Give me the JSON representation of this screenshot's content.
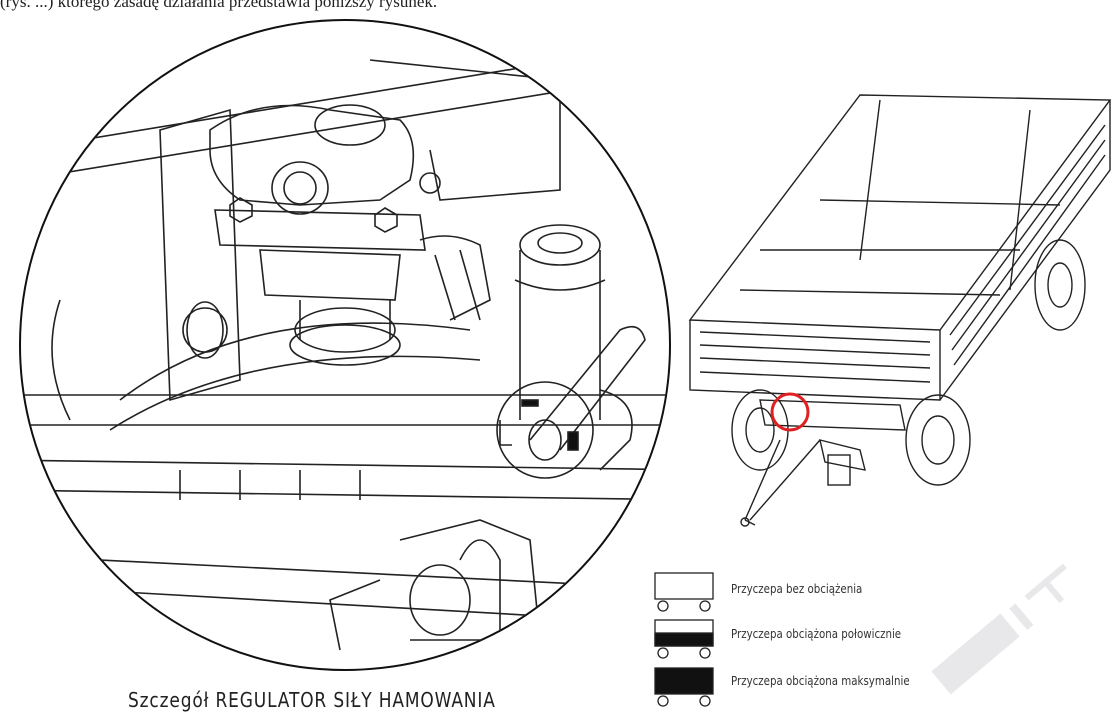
{
  "top_caption": "(rys. ...) którego zasadę działania przedstawia poniższy rysunek.",
  "bottom_caption": "Szczegół REGULATOR SIŁY HAMOWANIA",
  "legend": [
    {
      "label": "Przyczepa bez obciążenia",
      "fill_fraction": 0
    },
    {
      "label": "Przyczepa obciążona połowicznie",
      "fill_fraction": 0.5
    },
    {
      "label": "Przyczepa obciążona maksymalnie",
      "fill_fraction": 1
    }
  ],
  "highlight_color": "#e02020",
  "watermark_text": "N.LT"
}
